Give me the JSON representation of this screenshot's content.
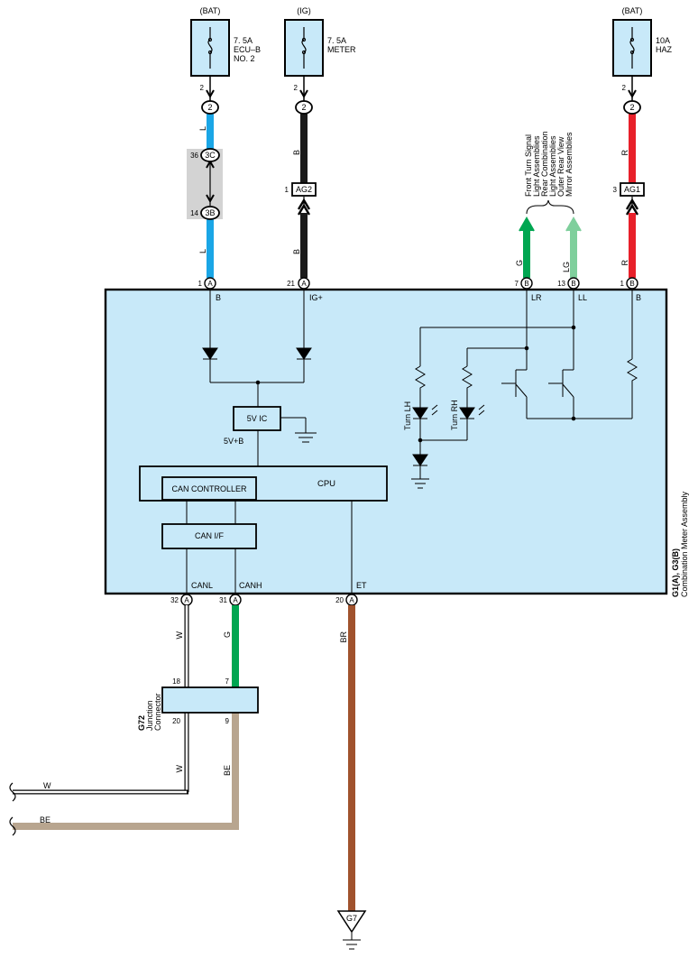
{
  "fuses": [
    {
      "source": "(BAT)",
      "rating": "7. 5A",
      "name1": "ECU–B",
      "name2": "NO. 2",
      "pin": "2"
    },
    {
      "source": "(IG)",
      "rating": "7. 5A",
      "name1": "METER",
      "name2": "",
      "pin": "2"
    },
    {
      "source": "(BAT)",
      "rating": "10A",
      "name1": "HAZ",
      "name2": "",
      "pin": "2"
    }
  ],
  "connectors": {
    "c2a": "2",
    "c2b": "2",
    "c2c": "2",
    "c3c": "3C",
    "c3c_pin": "36",
    "c3b": "3B",
    "c3b_pin": "14",
    "ag2": "AG2",
    "ag2_pin": "1",
    "ag1": "AG1",
    "ag1_pin": "3",
    "a": "A",
    "b": "B",
    "pin1": "1",
    "pin21": "21",
    "pin7": "7",
    "pin13": "13",
    "pin1b": "1",
    "pin32": "32",
    "pin31": "31",
    "pin20": "20",
    "g72_18": "18",
    "g72_7": "7",
    "g72_20": "20",
    "g72_9": "9",
    "ground": "G7"
  },
  "wires": {
    "L": "L",
    "B": "B",
    "R": "R",
    "G": "G",
    "LG": "LG",
    "W": "W",
    "BR": "BR",
    "BE": "BE"
  },
  "meter": {
    "term_b": "B",
    "term_ig": "IG+",
    "term_lr": "LR",
    "term_ll": "LL",
    "term_b2": "B",
    "ic": "5V IC",
    "vb": "5V+B",
    "cpu": "CPU",
    "can_controller": "CAN CONTROLLER",
    "can_if": "CAN I/F",
    "canl": "CANL",
    "canh": "CANH",
    "et": "ET",
    "turn_lh": "Turn LH",
    "turn_rh": "Turn RH",
    "id1": "G1(A), G3(B)",
    "id2": "Combination Meter Assembly"
  },
  "external": {
    "line1": "Front Turn Signal",
    "line2": "Light Assemblies",
    "line3": "Rear Combination",
    "line4": "Light Assemblies",
    "line5": "Outer Rear View",
    "line6": "Mirror Assemblies"
  },
  "junction": {
    "id": "G72",
    "line1": "Junction",
    "line2": "Connector"
  },
  "colors": {
    "L": "#1aa6e6",
    "B": "#1a1a1a",
    "R": "#e8202a",
    "G": "#00a651",
    "LG": "#7fcf9c",
    "BR": "#a0522d",
    "BE": "#b8a58f",
    "body": "#c8e9f9",
    "shade": "#d3d3d3"
  }
}
